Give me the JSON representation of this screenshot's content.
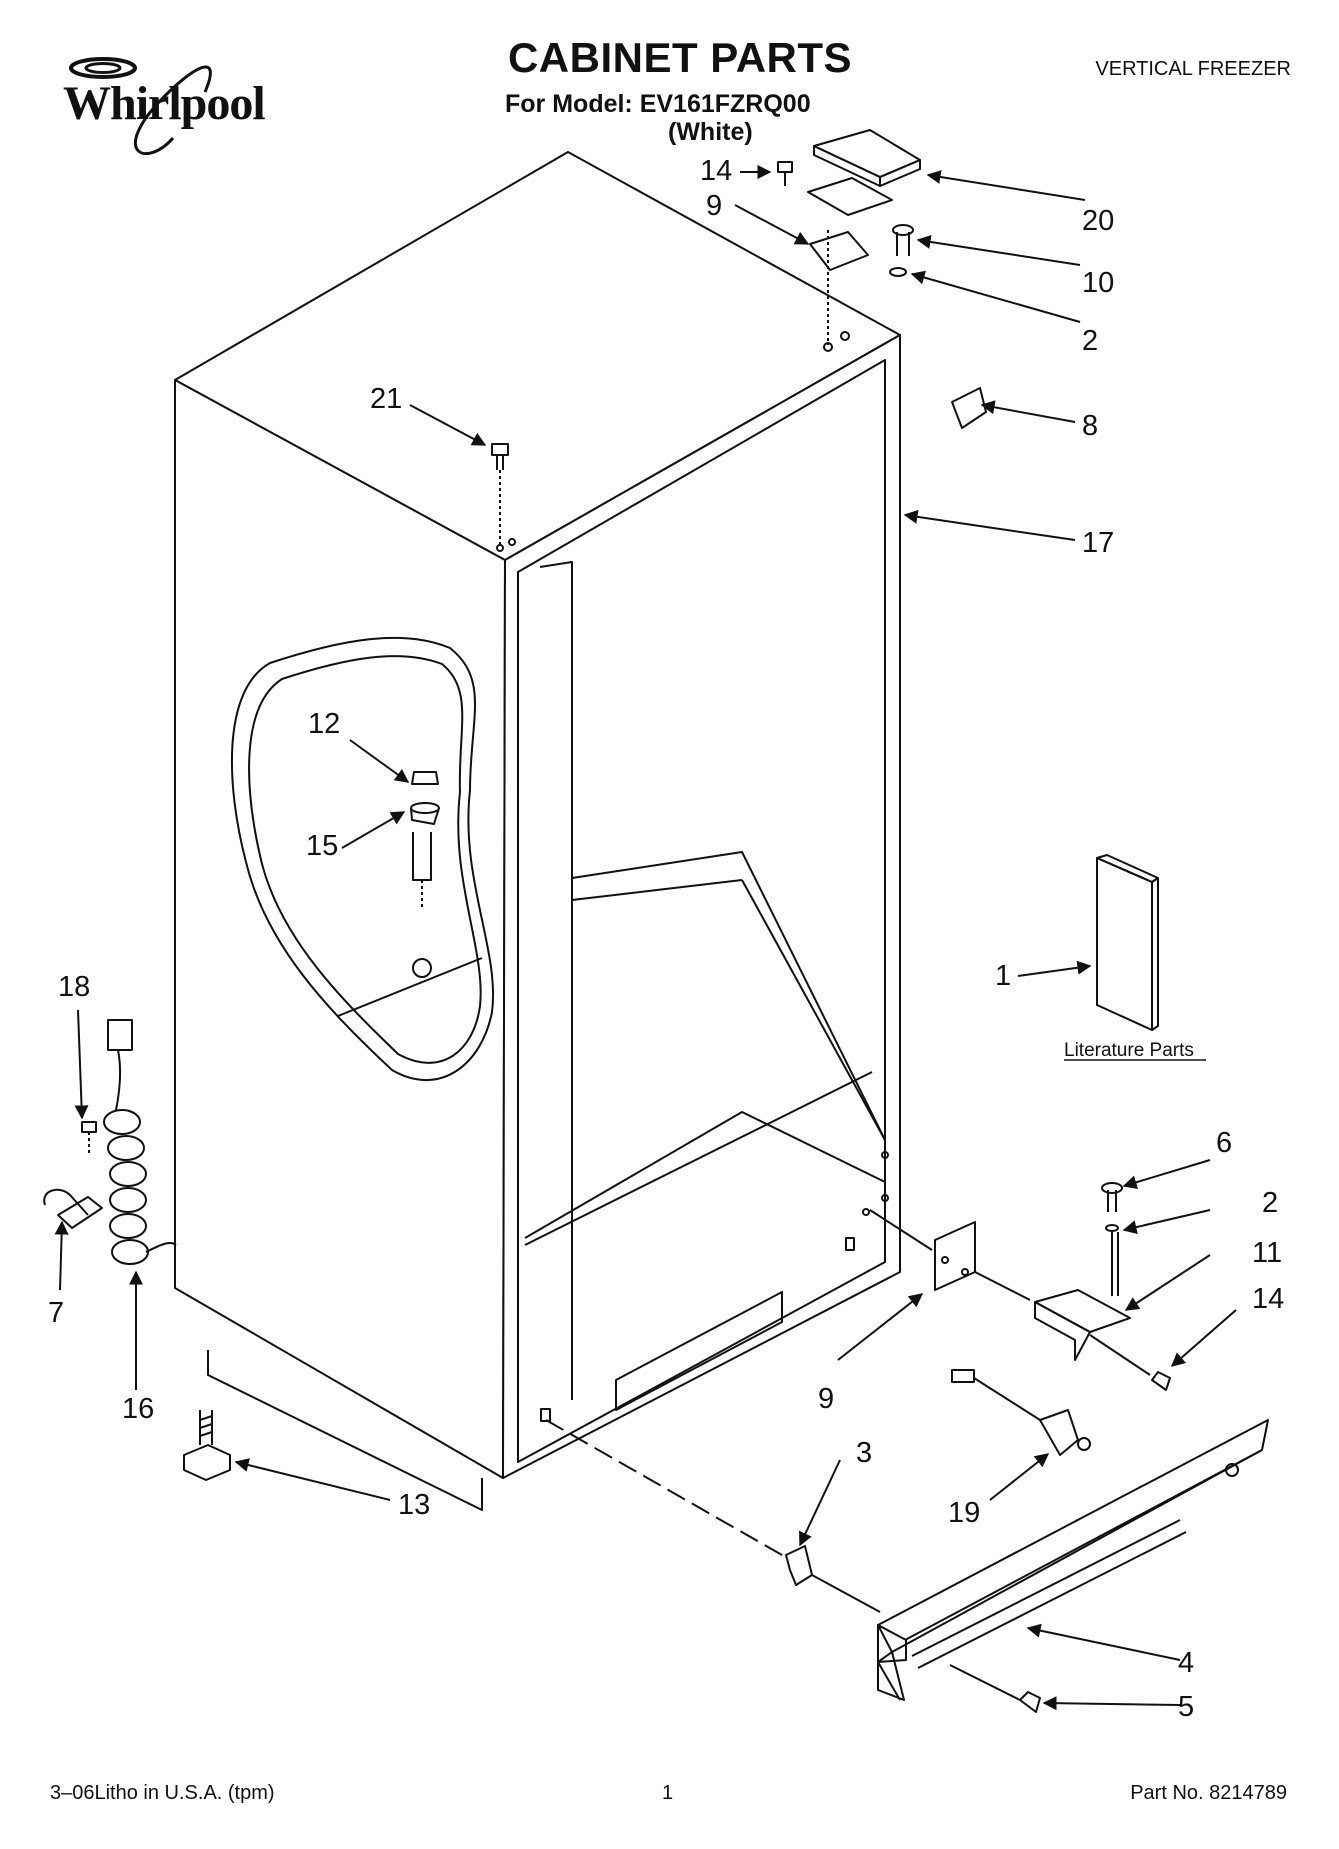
{
  "header": {
    "brand": "Whirlpool",
    "title": "CABINET PARTS",
    "model_line": "For Model: EV161FZRQ00",
    "color_line": "(White)",
    "doc_type": "VERTICAL FREEZER"
  },
  "literature": {
    "label": "Literature Parts"
  },
  "callouts": [
    "14",
    "9",
    "20",
    "10",
    "2",
    "8",
    "21",
    "17",
    "12",
    "15",
    "1",
    "18",
    "7",
    "16",
    "6",
    "2",
    "11",
    "14",
    "9",
    "3",
    "19",
    "13",
    "4",
    "5"
  ],
  "footer": {
    "print_info": "3–06Litho in U.S.A. (tpm)",
    "page_number": "1",
    "part_number": "Part No. 8214789"
  }
}
